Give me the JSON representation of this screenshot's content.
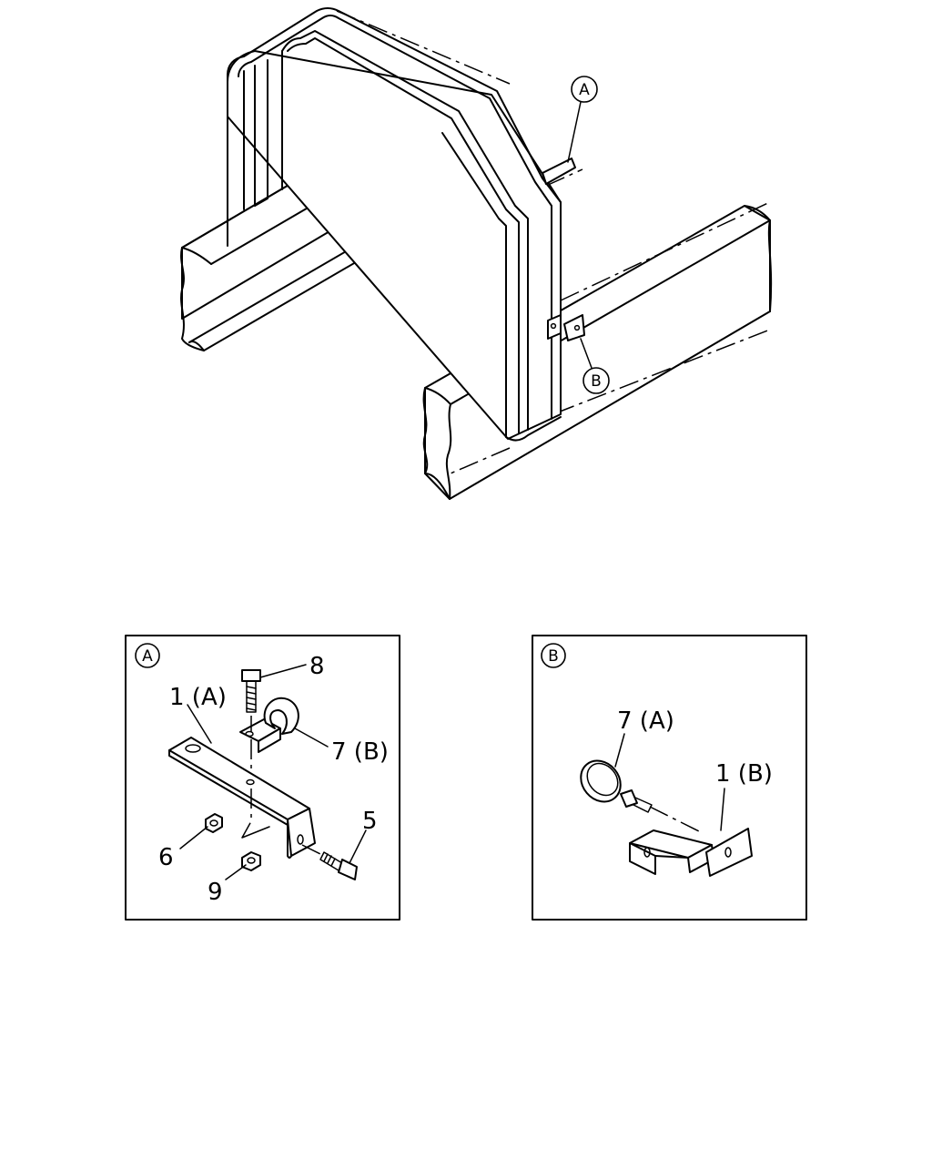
{
  "overview": {
    "ref_a": "A",
    "ref_b": "B"
  },
  "detail_a": {
    "ref": "A",
    "labels": {
      "part_8": "8",
      "part_1a": "1 (A)",
      "part_7b": "7 (B)",
      "part_5": "5",
      "part_6": "6",
      "part_9": "9"
    }
  },
  "detail_b": {
    "ref": "B",
    "labels": {
      "part_7a": "7 (A)",
      "part_1b": "1 (B)"
    }
  }
}
